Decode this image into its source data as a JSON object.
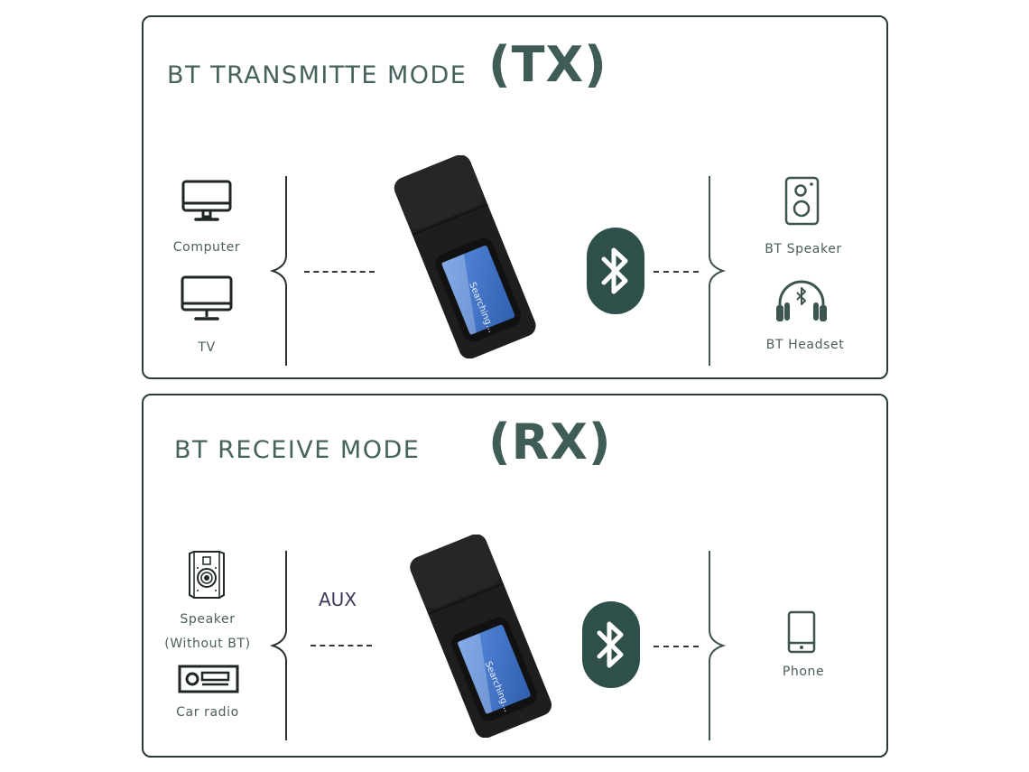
{
  "colors": {
    "accent": "#2f4f4a",
    "title_text": "#46625d",
    "label_text": "#4a5e5b",
    "panel_border": "#2b3a38",
    "device_body": "#1f1f1f",
    "device_screen": "#3f73c4"
  },
  "tx": {
    "title": "BT TRANSMITTE MODE",
    "tag": "(TX)",
    "sources": [
      {
        "label": "Computer",
        "icon": "computer-monitor-icon"
      },
      {
        "label": "TV",
        "icon": "tv-icon"
      }
    ],
    "device_screen_text": "Searching...",
    "center_icon": "bluetooth-icon",
    "targets": [
      {
        "label": "BT Speaker",
        "icon": "speaker-icon"
      },
      {
        "label": "BT Headset",
        "icon": "headset-icon"
      }
    ]
  },
  "rx": {
    "title": "BT RECEIVE MODE",
    "tag": "(RX)",
    "sources": [
      {
        "label": "Speaker",
        "label2": "(Without BT)",
        "icon": "bookshelf-speaker-icon"
      },
      {
        "label": "Car radio",
        "icon": "car-radio-icon"
      }
    ],
    "connection_label": "AUX",
    "device_screen_text": "Searching...",
    "center_icon": "bluetooth-icon",
    "targets": [
      {
        "label": "Phone",
        "icon": "phone-icon"
      }
    ]
  }
}
